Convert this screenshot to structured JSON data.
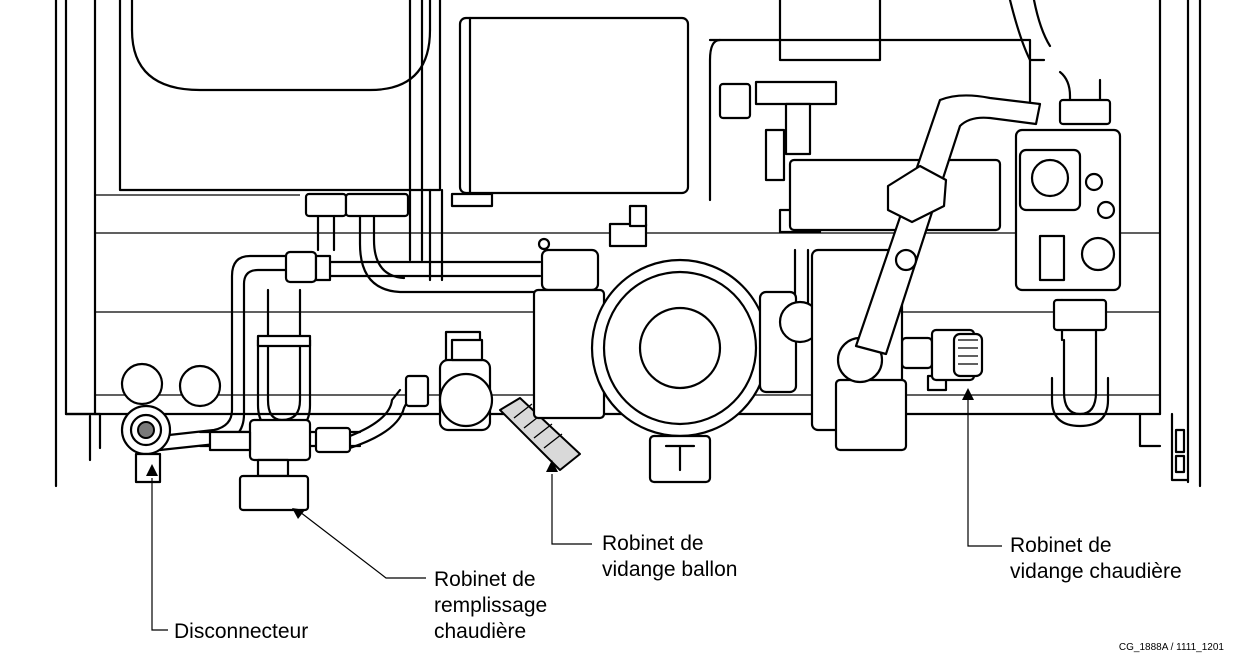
{
  "labels": {
    "disconnecteur": "Disconnecteur",
    "remplissage": [
      "Robinet de",
      "remplissage",
      "chaudière"
    ],
    "vidange_ballon": [
      "Robinet de",
      "vidange ballon"
    ],
    "vidange_chaudiere": [
      "Robinet de",
      "vidange chaudière"
    ]
  },
  "reference": "CG_1888A / 1111_1201",
  "colors": {
    "line": "#000000",
    "fill": "#ffffff",
    "shade": "#d9d9d9",
    "dark": "#7a7a7a"
  }
}
